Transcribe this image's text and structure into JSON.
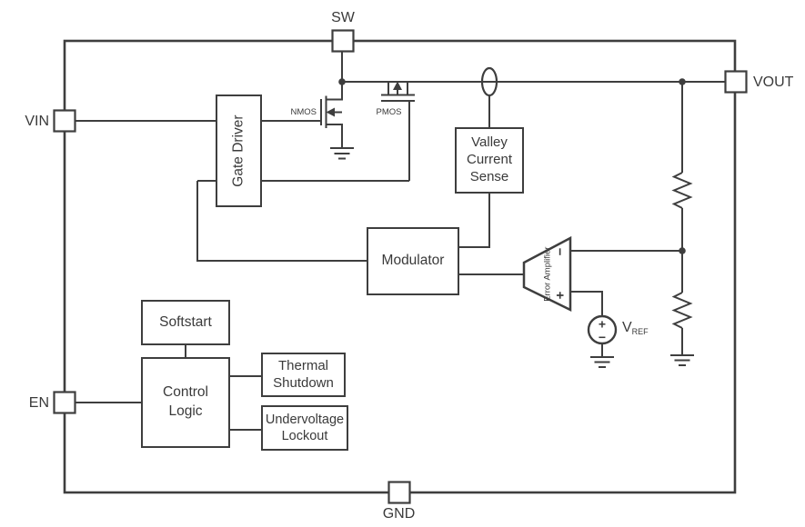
{
  "pins": {
    "sw": {
      "label": "SW"
    },
    "vin": {
      "label": "VIN"
    },
    "en": {
      "label": "EN"
    },
    "vout": {
      "label": "VOUT"
    },
    "gnd": {
      "label": "GND"
    }
  },
  "blocks": {
    "gate_driver": {
      "label": "Gate Driver"
    },
    "valley_current_sense": {
      "lines": [
        "Valley",
        "Current",
        "Sense"
      ]
    },
    "modulator": {
      "label": "Modulator"
    },
    "softstart": {
      "label": "Softstart"
    },
    "control_logic": {
      "lines": [
        "Control",
        "Logic"
      ]
    },
    "thermal_shutdown": {
      "lines": [
        "Thermal",
        "Shutdown"
      ]
    },
    "undervoltage_lockout": {
      "lines": [
        "Undervoltage",
        "Lockout"
      ]
    }
  },
  "error_amplifier": {
    "lines": [
      "Error",
      "Amplifier"
    ],
    "inverting_sign": "−",
    "noninverting_sign": "+"
  },
  "transistors": {
    "nmos_label": "NMOS",
    "pmos_label": "PMOS"
  },
  "reference": {
    "symbol": "V",
    "subscript": "REF",
    "plus_sign": "+",
    "minus_sign": "−"
  },
  "colors": {
    "line": "#3e3e3e",
    "text": "#3a3a3a",
    "background": "#ffffff"
  }
}
